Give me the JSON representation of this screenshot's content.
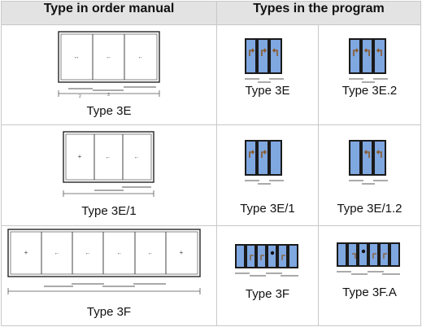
{
  "headers": {
    "manual": "Type in order manual",
    "program": "Types in the program"
  },
  "rows": [
    {
      "manual_label": "Type 3E",
      "program_labels": [
        "Type 3E",
        "Type 3E.2"
      ]
    },
    {
      "manual_label": "Type 3E/1",
      "program_labels": [
        "Type 3E/1",
        "Type 3E/1.2"
      ]
    },
    {
      "manual_label": "Type 3F",
      "program_labels": [
        "Type 3F",
        "Type 3F.A"
      ]
    }
  ],
  "colors": {
    "header_bg": "#e3e3e3",
    "grid_line": "#c8c8c8",
    "glass_blue": "#7fa7e0",
    "frame_dark": "#1a1a1a",
    "arrow_brown": "#8a5a2b"
  }
}
